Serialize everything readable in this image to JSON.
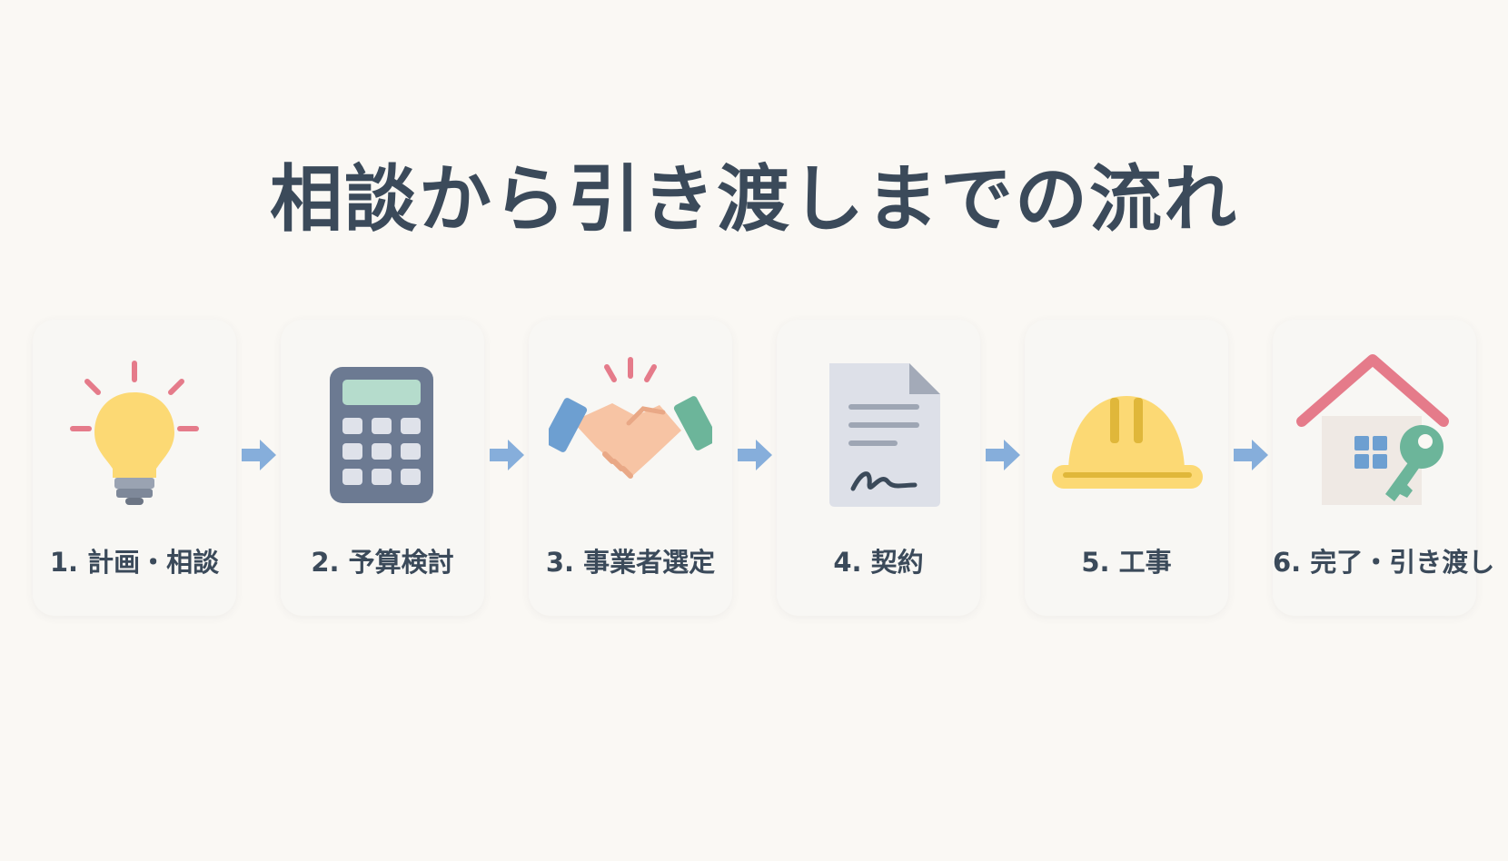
{
  "title": "相談から引き渡しまでの流れ",
  "steps": [
    {
      "label": "1. 計画・相談",
      "icon": "lightbulb-icon"
    },
    {
      "label": "2. 予算検討",
      "icon": "calculator-icon"
    },
    {
      "label": "3. 事業者選定",
      "icon": "handshake-icon"
    },
    {
      "label": "4. 契約",
      "icon": "document-signature-icon"
    },
    {
      "label": "5. 工事",
      "icon": "hard-hat-icon"
    },
    {
      "label": "6. 完了・引き渡し",
      "icon": "house-key-icon"
    }
  ],
  "colors": {
    "background": "#faf8f4",
    "text": "#3b4a5a",
    "arrow": "#86aedb",
    "bulb": "#fcd974",
    "accent_pink": "#e57b8a",
    "calculator": "#6c7a92",
    "screen": "#b5dccc",
    "hand_left": "#6d9fd1",
    "hand_right": "#6cb59a",
    "hands": "#f7c4a4",
    "paper": "#dde0e8",
    "helmet": "#fcd974",
    "helmet_stripe": "#e0b73a",
    "roof": "#e57b8a",
    "house": "#efe9e4",
    "window": "#6d9fd1",
    "key": "#6cb59a"
  }
}
